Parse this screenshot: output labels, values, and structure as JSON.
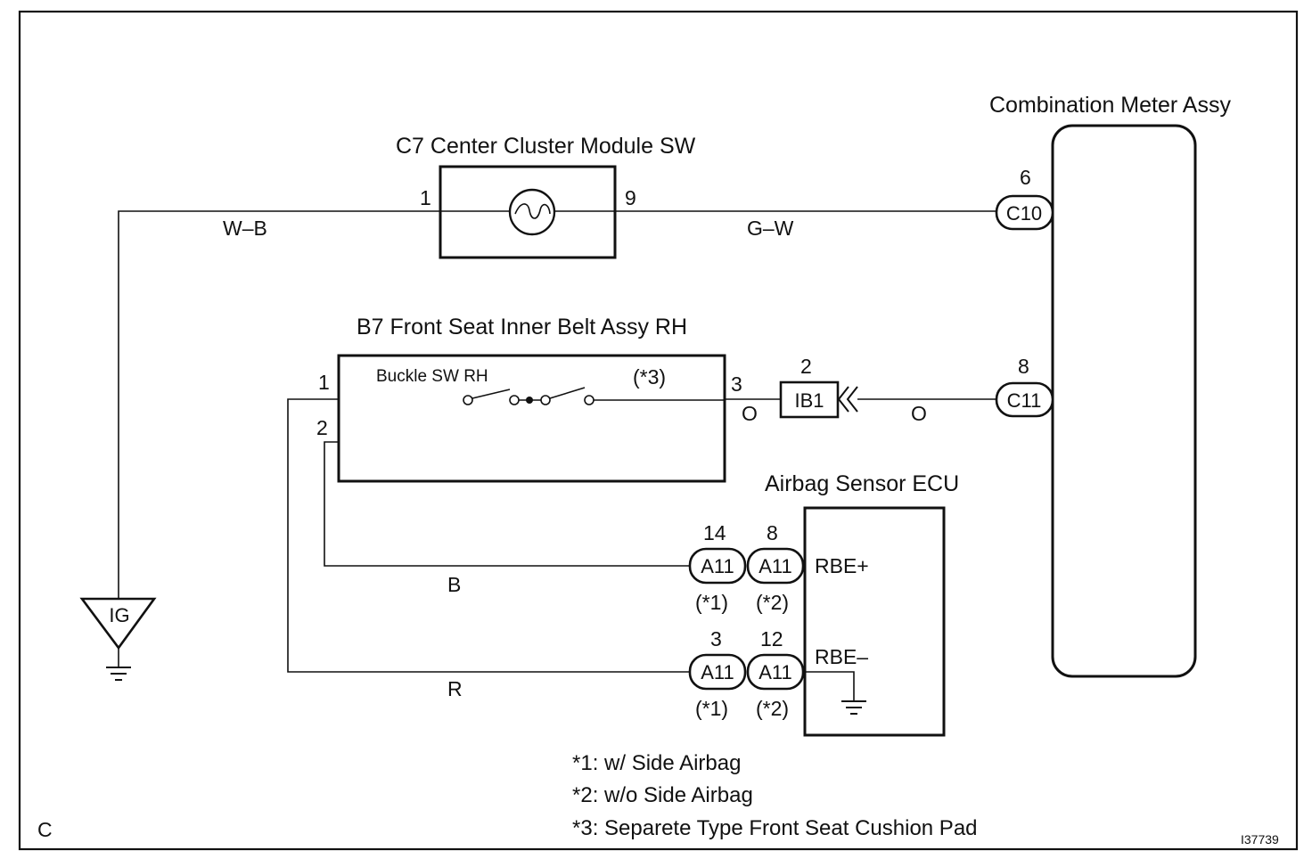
{
  "components": {
    "c7": {
      "title": "C7 Center Cluster Module SW",
      "pin_left": "1",
      "pin_right": "9"
    },
    "meter": {
      "title": "Combination Meter Assy"
    },
    "b7": {
      "title": "B7 Front Seat Inner Belt Assy RH",
      "switch_label": "Buckle SW RH",
      "note": "(*3)",
      "pin_1": "1",
      "pin_2": "2",
      "pin_3": "3"
    },
    "ecu": {
      "title": "Airbag Sensor ECU",
      "terminal_pos": "RBE+",
      "terminal_neg": "RBE–"
    },
    "ig": {
      "label": "IG"
    }
  },
  "wires": {
    "wb": "W–B",
    "gw": "G–W",
    "o_left": "O",
    "o_right": "O",
    "b": "B",
    "r": "R"
  },
  "connectors": {
    "c10": {
      "label": "C10",
      "pin": "6"
    },
    "c11": {
      "label": "C11",
      "pin": "8"
    },
    "ib1": {
      "label": "IB1",
      "pin": "2"
    },
    "a11_b_side": {
      "label": "A11",
      "pin": "14",
      "note": "(*1)"
    },
    "a11_b_noside": {
      "label": "A11",
      "pin": "8",
      "note": "(*2)"
    },
    "a11_r_side": {
      "label": "A11",
      "pin": "3",
      "note": "(*1)"
    },
    "a11_r_noside": {
      "label": "A11",
      "pin": "12",
      "note": "(*2)"
    }
  },
  "notes": [
    "*1: w/ Side Airbag",
    "*2: w/o Side Airbag",
    "*3: Separete Type Front Seat Cushion Pad"
  ],
  "corner_letter": "C",
  "figure_code": "I37739"
}
